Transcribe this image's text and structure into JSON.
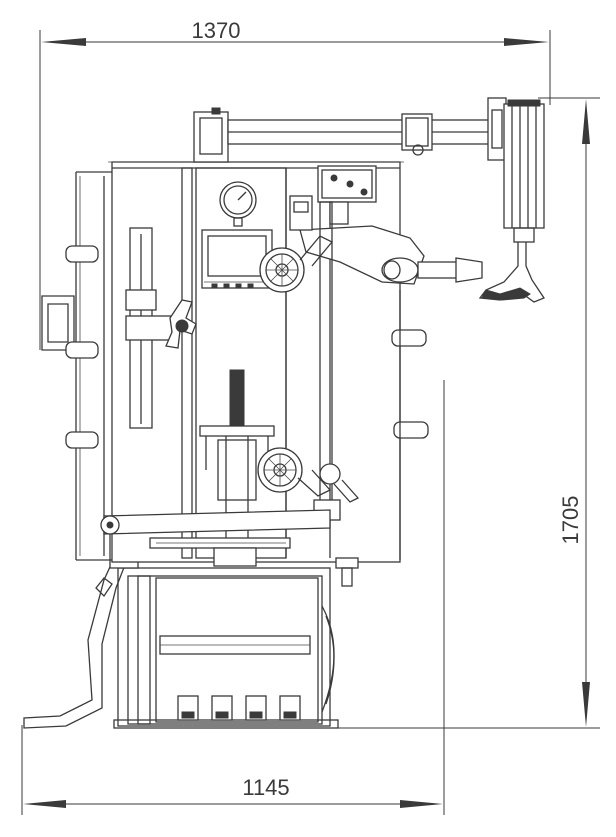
{
  "dimensions": {
    "overall_width": "1370",
    "base_width": "1145",
    "height": "1705"
  }
}
